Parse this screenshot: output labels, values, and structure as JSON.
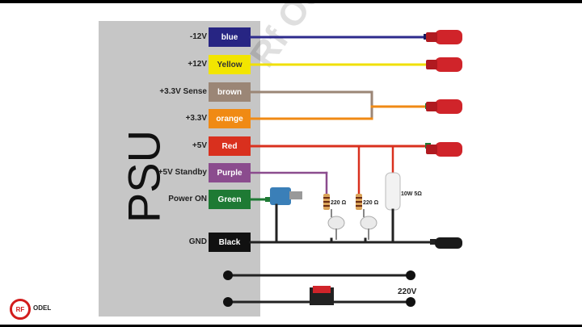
{
  "psu_label": "PSU",
  "watermark": "Rf Odel",
  "logo": {
    "mark": "RF",
    "text": "ODEL"
  },
  "rails": [
    {
      "voltage": "-12V",
      "wire": "blue",
      "color": "#272583",
      "text_color": "#ffffff",
      "wire_color": "#2d2b8c"
    },
    {
      "voltage": "+12V",
      "wire": "Yellow",
      "color": "#f2e500",
      "text_color": "#333333",
      "wire_color": "#f0e000"
    },
    {
      "voltage": "+3.3V Sense",
      "wire": "brown",
      "color": "#9b8676",
      "text_color": "#ffffff",
      "wire_color": "#9b8676"
    },
    {
      "voltage": "+3.3V",
      "wire": "orange",
      "color": "#f08a14",
      "text_color": "#ffffff",
      "wire_color": "#f08a14"
    },
    {
      "voltage": "+5V",
      "wire": "Red",
      "color": "#d9301e",
      "text_color": "#ffffff",
      "wire_color": "#d9301e"
    },
    {
      "voltage": "+5V Standby",
      "wire": "Purple",
      "color": "#8b4c8e",
      "text_color": "#ffffff",
      "wire_color": "#8b4c8e"
    },
    {
      "voltage": "Power ON",
      "wire": "Green",
      "color": "#1e7a34",
      "text_color": "#ffffff",
      "wire_color": "#1e7a34"
    },
    {
      "voltage": "GND",
      "wire": "Black",
      "color": "#111111",
      "text_color": "#ffffff",
      "wire_color": "#222222"
    }
  ],
  "components": {
    "resistor1": "220 Ω",
    "resistor2": "220 Ω",
    "power_resistor": "10W  5Ω",
    "mains": "220V"
  }
}
